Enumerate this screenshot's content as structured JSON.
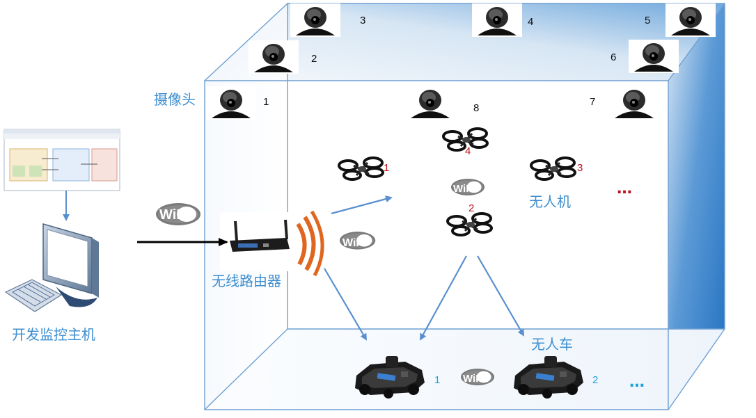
{
  "labels": {
    "camera": "摄像头",
    "router": "无线路由器",
    "host": "开发监控主机",
    "drone": "无人机",
    "car": "无人车"
  },
  "wifi_text": "WiFi",
  "ellipsis": "…",
  "cameras": [
    "1",
    "2",
    "3",
    "4",
    "5",
    "6",
    "7",
    "8"
  ],
  "drones": [
    "1",
    "2",
    "3",
    "4"
  ],
  "cars": [
    "1",
    "2"
  ]
}
